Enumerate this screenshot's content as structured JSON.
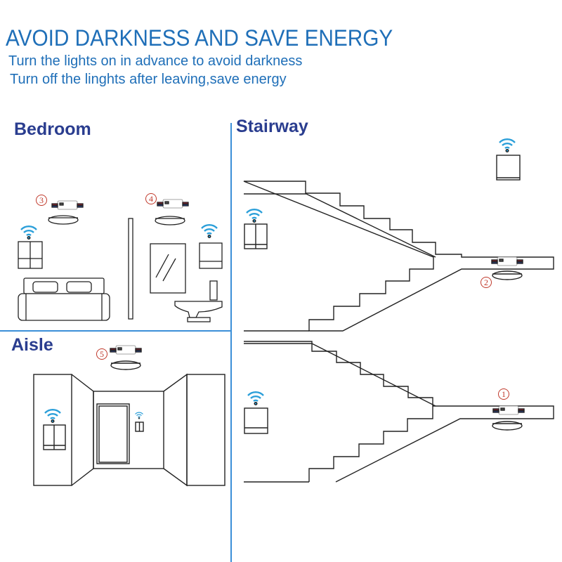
{
  "header": {
    "title": "AVOID DARKNESS AND SAVE ENERGY",
    "subtitle_1": "Turn the lights on in advance to avoid darkness",
    "subtitle_2": "Turn off the linghts after leaving,save energy"
  },
  "rooms": {
    "bedroom": "Bedroom",
    "stairway": "Stairway",
    "aisle": "Aisle"
  },
  "markers": [
    "1",
    "2",
    "3",
    "4",
    "5"
  ],
  "colors": {
    "title_blue": "#1f6fb8",
    "label_navy": "#2a3d8f",
    "divider_blue": "#3a8fd8",
    "wifi_blue": "#2b9fd9",
    "marker_red": "#c0392b"
  }
}
